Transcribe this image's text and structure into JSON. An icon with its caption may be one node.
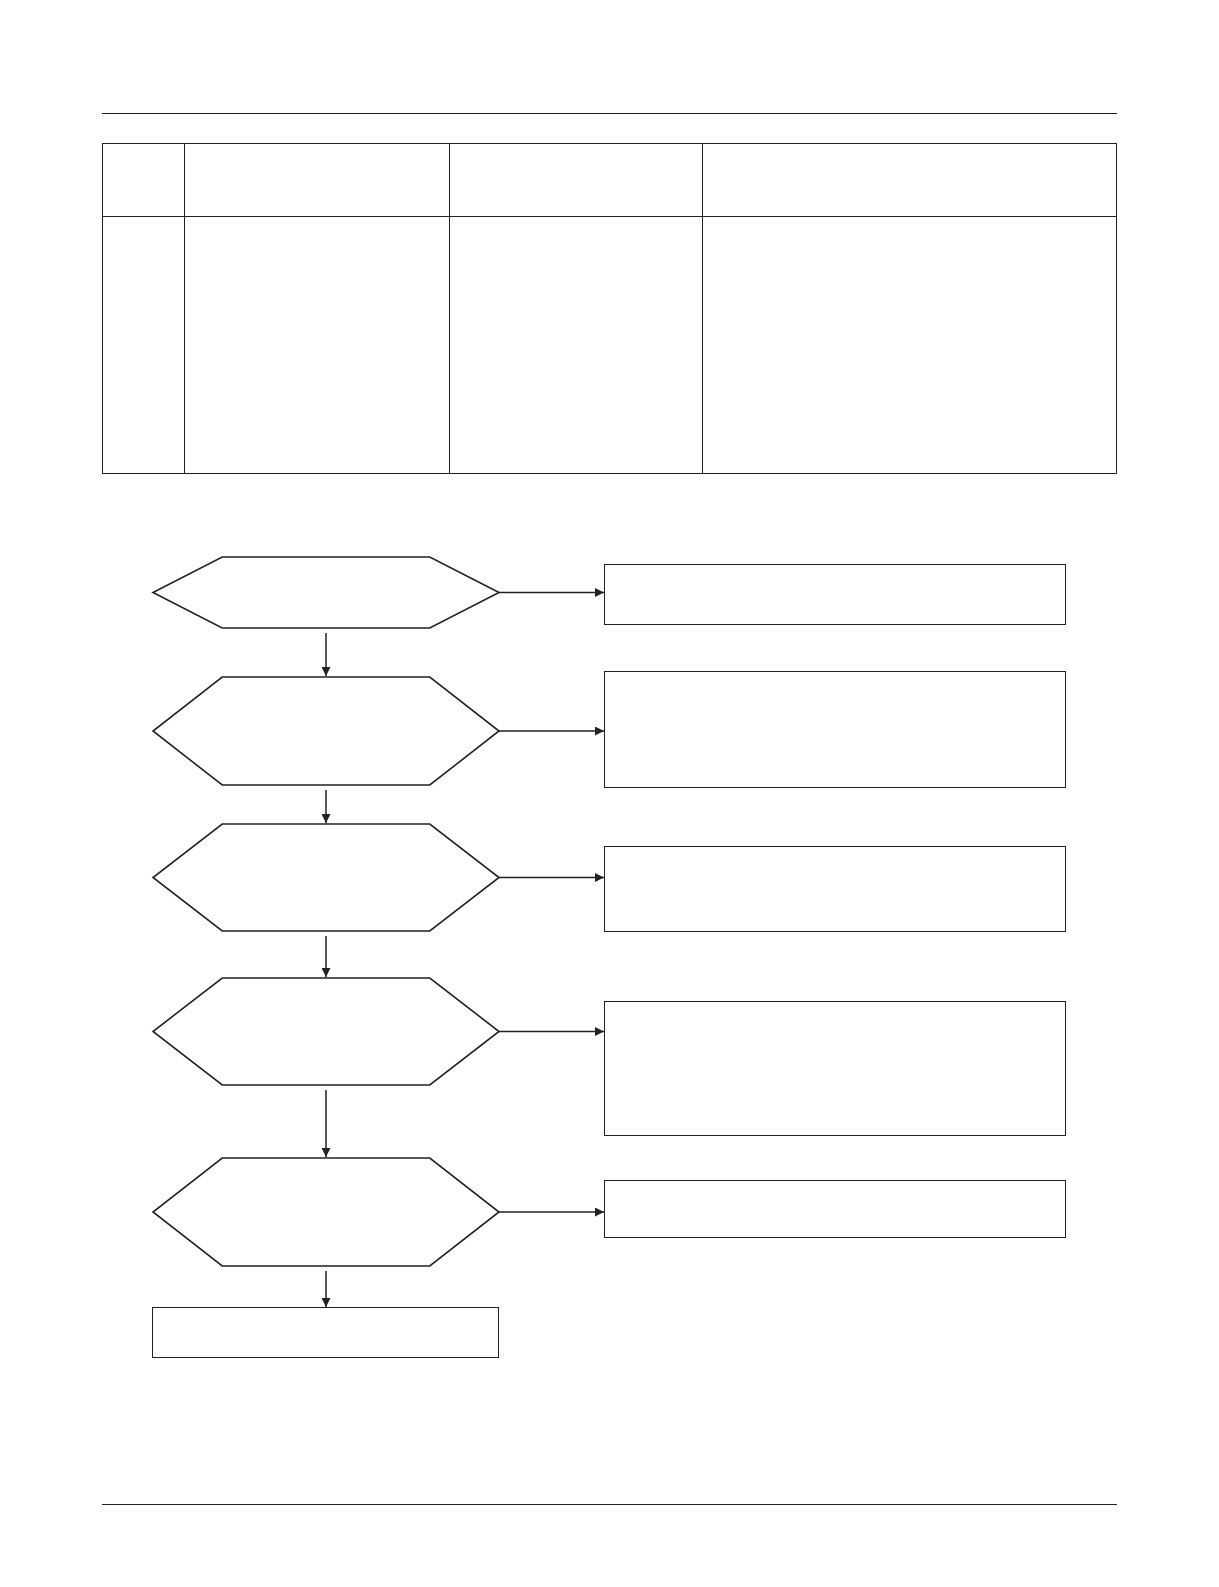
{
  "diagram": {
    "nodes": [
      {
        "text": [],
        "shape": "hexagon"
      },
      {
        "text": [],
        "shape": "box"
      },
      {
        "text": [],
        "shape": "hexagon"
      },
      {
        "text": [],
        "shape": "box"
      },
      {
        "text": [],
        "shape": "hexagon"
      },
      {
        "text": [],
        "shape": "box"
      },
      {
        "text": [],
        "shape": "hexagon"
      },
      {
        "text": [],
        "shape": "box"
      },
      {
        "text": [],
        "shape": "hexagon"
      },
      {
        "text": [],
        "shape": "box"
      },
      {
        "text": [],
        "shape": "box"
      }
    ],
    "edges": [
      {
        "from": 0,
        "to": 1,
        "arrow": "to"
      },
      {
        "from": 0,
        "to": 2,
        "arrow": "to"
      },
      {
        "from": 2,
        "to": 3,
        "arrow": "to"
      },
      {
        "from": 2,
        "to": 4,
        "arrow": "to"
      },
      {
        "from": 4,
        "to": 5,
        "arrow": "to"
      },
      {
        "from": 4,
        "to": 6,
        "arrow": "to"
      },
      {
        "from": 6,
        "to": 7,
        "arrow": "to"
      },
      {
        "from": 6,
        "to": 8,
        "arrow": "to"
      },
      {
        "from": 8,
        "to": 9,
        "arrow": "to"
      },
      {
        "from": 8,
        "to": 10,
        "arrow": "to"
      }
    ]
  }
}
